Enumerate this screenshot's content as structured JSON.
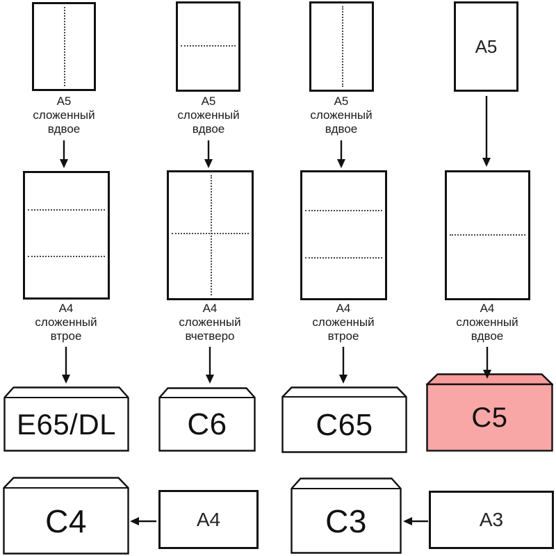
{
  "colors": {
    "outline": "#111111",
    "text": "#1a1a1a",
    "highlight_body": "#f8a6a6",
    "highlight_flap": "#f79b9b",
    "paper_fill": "#ffffff"
  },
  "columns": [
    {
      "a5_label": [
        "A5",
        "сложенный",
        "вдвое"
      ],
      "a5_fold": "vertical-half",
      "a4_label": [
        "A4",
        "сложенный",
        "втрое"
      ],
      "a4_fold": "horizontal-thirds",
      "envelope": "E65/DL",
      "highlighted": false
    },
    {
      "a5_label": [
        "A5",
        "сложенный",
        "вдвое"
      ],
      "a5_fold": "horizontal-half",
      "a4_label": [
        "A4",
        "сложенный",
        "вчетверо"
      ],
      "a4_fold": "cross-quarters",
      "envelope": "C6",
      "highlighted": false
    },
    {
      "a5_label": [
        "A5",
        "сложенный",
        "вдвое"
      ],
      "a5_fold": "vertical-half",
      "a4_label": [
        "A4",
        "сложенный",
        "втрое"
      ],
      "a4_fold": "horizontal-thirds",
      "envelope": "C65",
      "highlighted": false
    },
    {
      "a5_sheet_text": "A5",
      "a5_fold": "none",
      "a4_label": [
        "A4",
        "сложенный",
        "вдвое"
      ],
      "a4_fold": "horizontal-half",
      "envelope": "C5",
      "highlighted": true
    }
  ],
  "bottom_row": [
    {
      "envelope": "C4",
      "sheet": "A4"
    },
    {
      "envelope": "C3",
      "sheet": "A3"
    }
  ]
}
